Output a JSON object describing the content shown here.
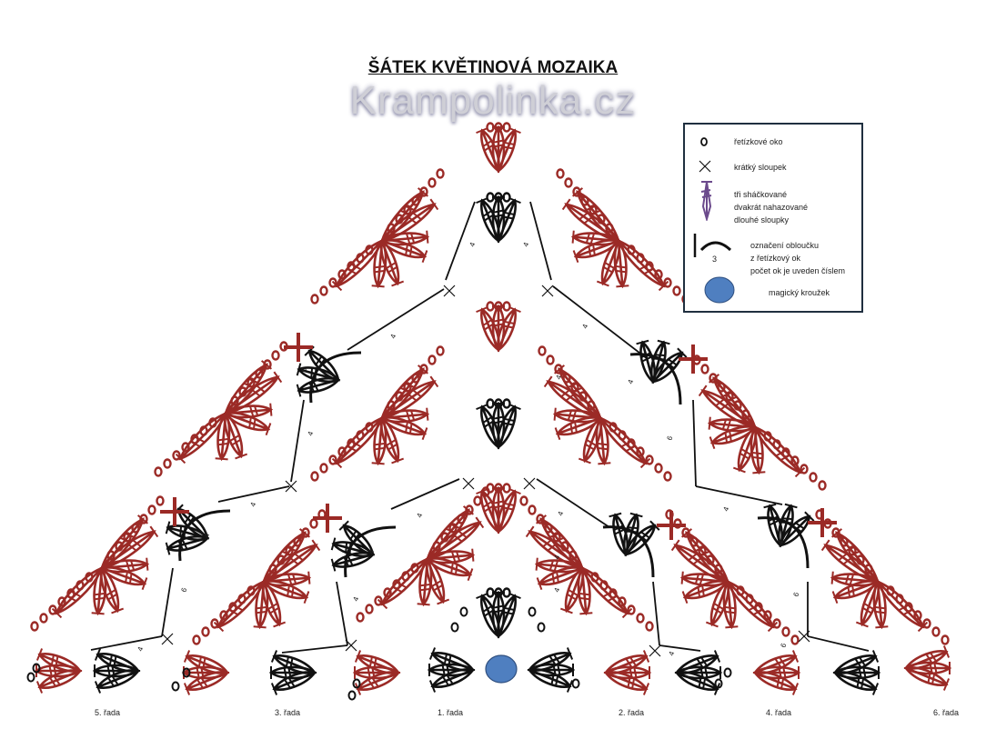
{
  "title": "ŠÁTEK KVĚTINOVÁ MOZAIKA",
  "watermark": "Krampolinka.cz",
  "colors": {
    "red": "#9b2a26",
    "black": "#111111",
    "purple": "#6b4a8c",
    "blue": "#4f7fc0",
    "legend_border": "#1f2f3f"
  },
  "legend": {
    "items": [
      {
        "icon": "chain-stitch-icon",
        "label": "řetízkové oko"
      },
      {
        "icon": "single-crochet-icon",
        "label": "krátký sloupek"
      },
      {
        "icon": "cluster-icon",
        "label_lines": [
          "tři sháčkované",
          "dvakrát nahazované",
          "dlouhé sloupky"
        ]
      },
      {
        "icon": "chain-arc-icon",
        "icon_number": "3",
        "label_lines": [
          "označení obloučku",
          "z řetízkový ok",
          "počet ok je uveden číslem"
        ]
      },
      {
        "icon": "magic-ring-icon",
        "label": "magický kroužek"
      }
    ]
  },
  "arc_counts": [
    "4",
    "4",
    "4",
    "4",
    "6",
    "4",
    "4",
    "6",
    "4",
    "4",
    "4",
    "4",
    "4",
    "6",
    "4",
    "6",
    "4",
    "4",
    "6",
    "4",
    "4",
    "4",
    "4",
    "4"
  ],
  "rows": [
    "5. řada",
    "3. řada",
    "1. řada",
    "2. řada",
    "4. řada",
    "6. řada"
  ]
}
